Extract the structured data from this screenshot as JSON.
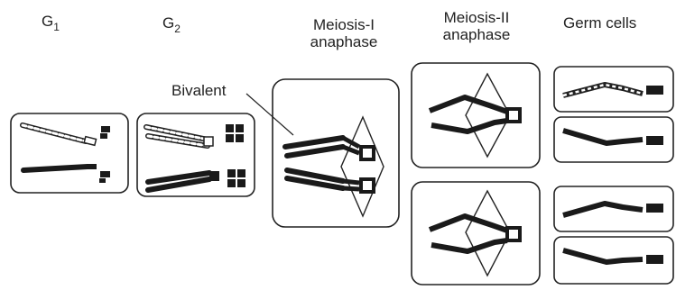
{
  "stages": {
    "g1": {
      "label": "G",
      "sub": "1"
    },
    "g2": {
      "label": "G",
      "sub": "2"
    },
    "meiosis1": {
      "line1": "Meiosis-I",
      "line2": "anaphase"
    },
    "meiosis2": {
      "line1": "Meiosis-II",
      "line2": "anaphase"
    },
    "germ": {
      "label": "Germ cells"
    }
  },
  "annotation": {
    "bivalent": "Bivalent"
  },
  "colors": {
    "ink": "#1a1a1a",
    "paper": "#ffffff"
  }
}
